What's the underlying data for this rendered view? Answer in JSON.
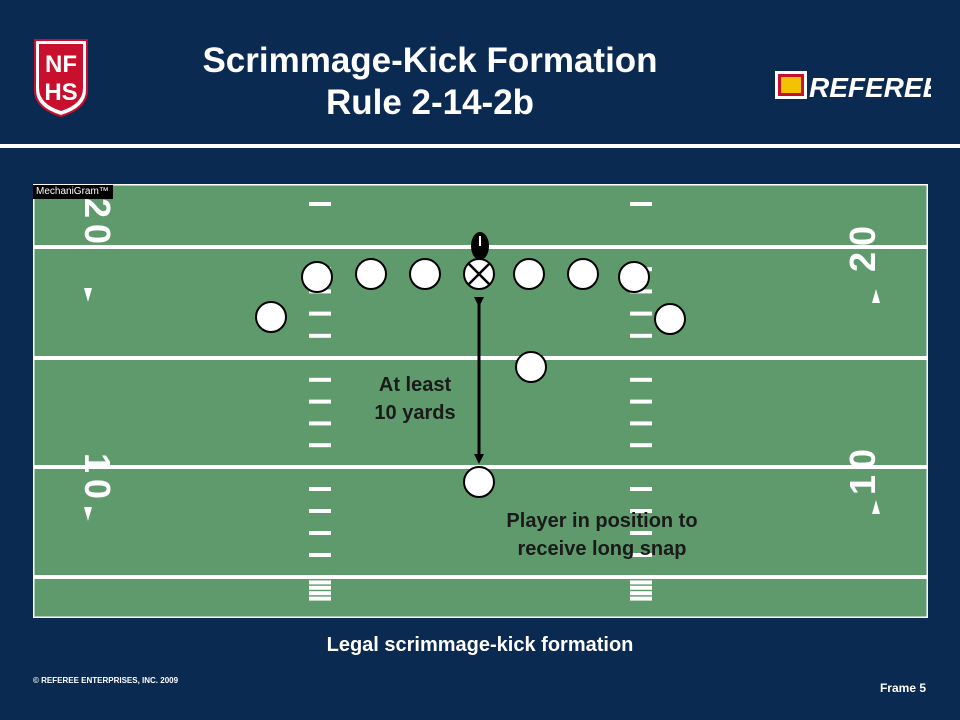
{
  "header": {
    "title_line1": "Scrimmage-Kick Formation",
    "title_line2": "Rule 2-14-2b",
    "left_logo": "NFHS",
    "right_logo": "REFEREE"
  },
  "diagram": {
    "badge": "MechaniGram™",
    "yard_numbers": {
      "left_top": "20",
      "left_bottom": "10",
      "right_top": "20",
      "right_bottom": "10"
    },
    "distance_label_line1": "At least",
    "distance_label_line2": "10 yards",
    "receiver_label_line1": "Player in position to",
    "receiver_label_line2": "receive long snap",
    "snapper_symbol": "⊗",
    "player_count": 11
  },
  "footer": {
    "caption": "Legal scrimmage-kick formation",
    "copyright": "© REFEREE ENTERPRISES, INC. 2009",
    "frame": "Frame 5"
  },
  "colors": {
    "background": "#0b2a52",
    "field": "#5e9a6b",
    "lines": "#ffffff",
    "player_fill": "#ffffff",
    "player_stroke": "#000000"
  }
}
